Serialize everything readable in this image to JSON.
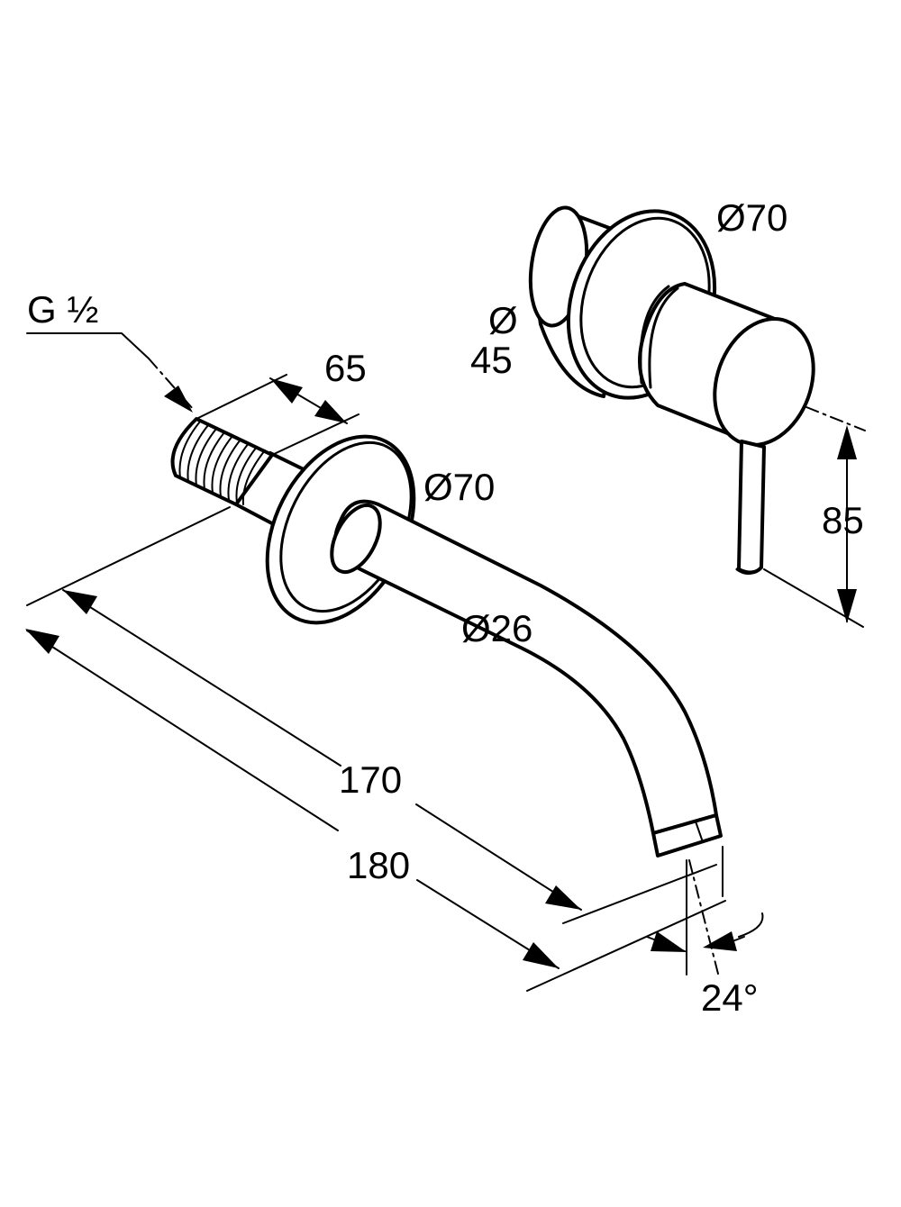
{
  "labels": {
    "thread": "G ½",
    "dim_65": "65",
    "dim_070_spout": "Ø70",
    "dim_026": "Ø26",
    "dim_070_handle": "Ø70",
    "dim_045_symbol": "Ø",
    "dim_045_value": "45",
    "dim_85": "85",
    "dim_170": "170",
    "dim_180": "180",
    "angle_24": "24°"
  },
  "colors": {
    "line": "#000000",
    "background": "#ffffff"
  }
}
